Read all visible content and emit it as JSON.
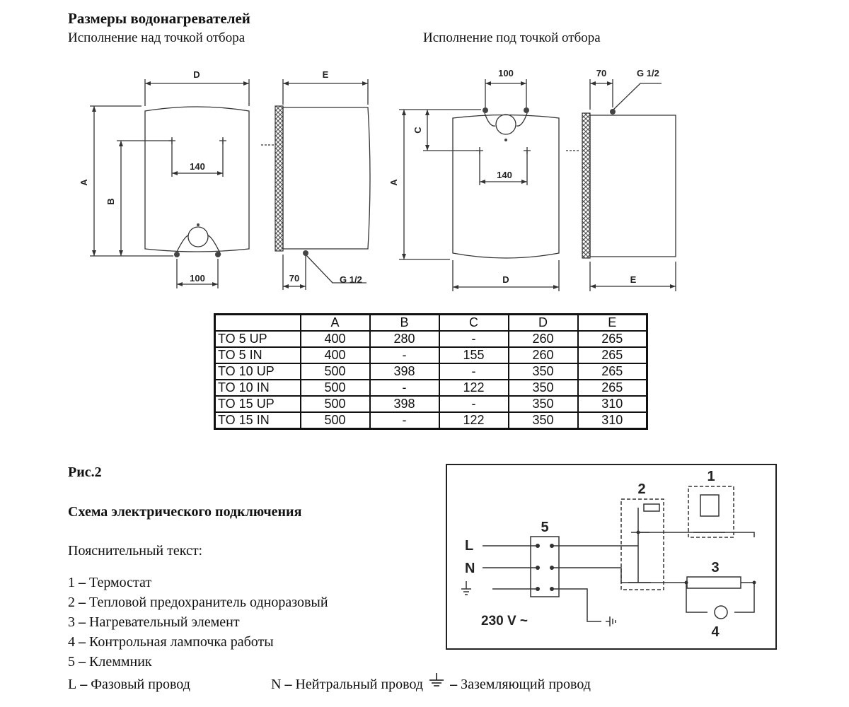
{
  "header": {
    "title": "Размеры водонагревателей",
    "variant_above": "Исполнение над точкой отбора",
    "variant_below": "Исполнение под точкой отбора"
  },
  "drawings": {
    "left": {
      "D": "D",
      "E": "E",
      "A": "A",
      "B": "B",
      "w140": "140",
      "w100": "100",
      "w70": "70",
      "g": "G 1/2"
    },
    "right": {
      "w100": "100",
      "w70": "70",
      "g": "G 1/2",
      "C": "C",
      "A": "A",
      "w140": "140",
      "D": "D",
      "E": "E"
    }
  },
  "table": {
    "headers": [
      "",
      "A",
      "B",
      "C",
      "D",
      "E"
    ],
    "rows": [
      [
        "TO 5 UP",
        "400",
        "280",
        "-",
        "260",
        "265"
      ],
      [
        "TO 5 IN",
        "400",
        "-",
        "155",
        "260",
        "265"
      ],
      [
        "TO 10 UP",
        "500",
        "398",
        "-",
        "350",
        "265"
      ],
      [
        "TO 10 IN",
        "500",
        "-",
        "122",
        "350",
        "265"
      ],
      [
        "TO 15 UP",
        "500",
        "398",
        "-",
        "350",
        "310"
      ],
      [
        "TO 15 IN",
        "500",
        "-",
        "122",
        "350",
        "310"
      ]
    ]
  },
  "figure_label": "Рис.2",
  "schema": {
    "title": "Схема электрического подключения",
    "legend_heading": "Пояснительный текст:",
    "items": [
      {
        "key": "1",
        "dash": " – ",
        "text": "Термостат"
      },
      {
        "key": "2",
        "dash": " – ",
        "text": "Тепловой предохранитель одноразовый"
      },
      {
        "key": "3",
        "dash": " – ",
        "text": "Нагревательный элемент"
      },
      {
        "key": "4",
        "dash": " – ",
        "text": "Контрольная лампочка работы"
      },
      {
        "key": "5",
        "dash": " – ",
        "text": "Клеммник"
      }
    ],
    "wires": {
      "L": {
        "key": "L",
        "dash": " – ",
        "text": "Фазовый провод"
      },
      "N": {
        "key": "N",
        "dash": " – ",
        "text": "Нейтральный провод"
      },
      "ground": {
        "dash": " – ",
        "text": "Заземляющий провод"
      }
    },
    "diagram": {
      "L": "L",
      "N": "N",
      "voltage": "230 V ~",
      "n1": "1",
      "n2": "2",
      "n3": "3",
      "n4": "4",
      "n5": "5"
    }
  }
}
